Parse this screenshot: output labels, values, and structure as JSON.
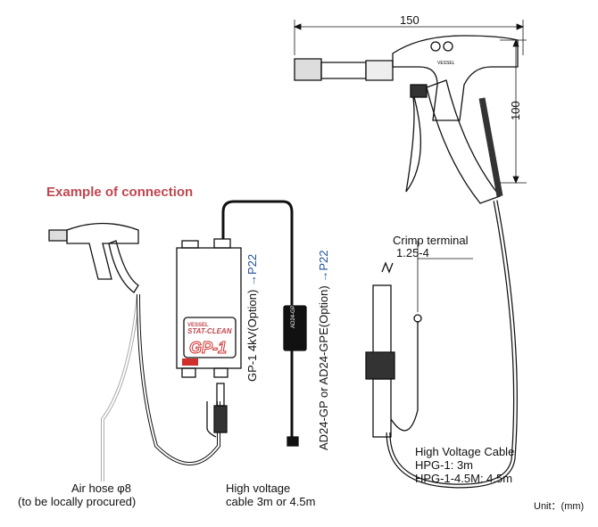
{
  "title": "Example of connection",
  "dimensions": {
    "width": "150",
    "height": "100",
    "unit": "Unit：(mm)"
  },
  "labels": {
    "crimp_terminal": "Crimp terminal",
    "crimp_size": "1.25-4",
    "hv_cable_title": "High Voltage Cable",
    "hv_cable_3m": "HPG-1: 3m",
    "hv_cable_45": "HPG-1-4.5M: 4.5m",
    "air_hose": "Air hose φ8",
    "air_hose_note": "(to be locally procured)",
    "hv_line1": "High voltage",
    "hv_line2": "cable 3m or 4.5m",
    "gp1": "GP-1 4kV(Option)",
    "gp1_ref": "→P22",
    "ad24": "AD24-GP or AD24-GPE(Option)",
    "ad24_ref": "→P22",
    "ad24_box": "AD24-GP"
  },
  "device_label": {
    "brand": "VESSEL",
    "product": "STAT-CLEAN",
    "model": "GP-1",
    "gun_brand": "VESSEL"
  },
  "colors": {
    "title": "#c0464f",
    "ref": "#1e4f9c",
    "model": "#d0302c"
  }
}
